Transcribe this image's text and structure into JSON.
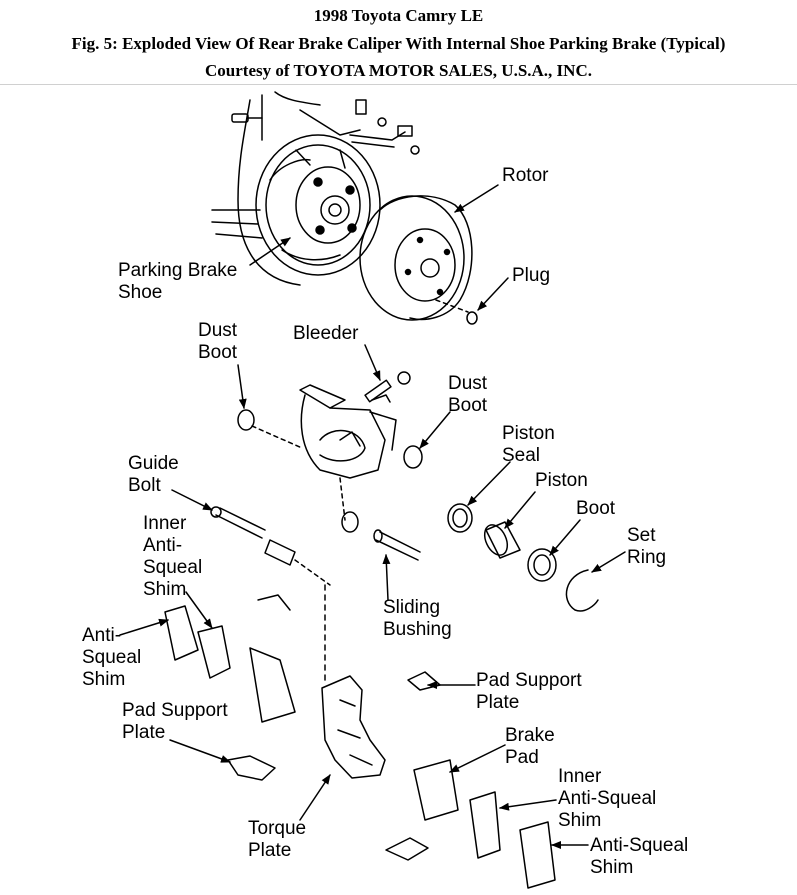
{
  "header": {
    "line1": "1998 Toyota Camry LE",
    "line2": "Fig. 5: Exploded View Of Rear Brake Caliper With Internal Shoe Parking Brake (Typical)",
    "line3": "Courtesy of TOYOTA MOTOR SALES, U.S.A., INC."
  },
  "labels": {
    "rotor": [
      "Rotor"
    ],
    "parking_brake_shoe": [
      "Parking Brake",
      "Shoe"
    ],
    "plug": [
      "Plug"
    ],
    "dust_boot_left": [
      "Dust",
      "Boot"
    ],
    "bleeder": [
      "Bleeder"
    ],
    "dust_boot_right": [
      "Dust",
      "Boot"
    ],
    "piston_seal": [
      "Piston",
      "Seal"
    ],
    "piston": [
      "Piston"
    ],
    "guide_bolt": [
      "Guide",
      "Bolt"
    ],
    "boot": [
      "Boot"
    ],
    "set_ring": [
      "Set",
      "Ring"
    ],
    "inner_anti_squeal_shim_left": [
      "Inner",
      "Anti-",
      "Squeal",
      "Shim"
    ],
    "sliding_bushing": [
      "Sliding",
      "Bushing"
    ],
    "anti_squeal_shim_left": [
      "Anti-",
      "Squeal",
      "Shim"
    ],
    "pad_support_plate_right": [
      "Pad Support",
      "Plate"
    ],
    "pad_support_plate_left": [
      "Pad Support",
      "Plate"
    ],
    "brake_pad": [
      "Brake",
      "Pad"
    ],
    "inner_anti_squeal_shim_right": [
      "Inner",
      "Anti-Squeal",
      "Shim"
    ],
    "torque_plate": [
      "Torque",
      "Plate"
    ],
    "anti_squeal_shim_right": [
      "Anti-Squeal",
      "Shim"
    ]
  }
}
